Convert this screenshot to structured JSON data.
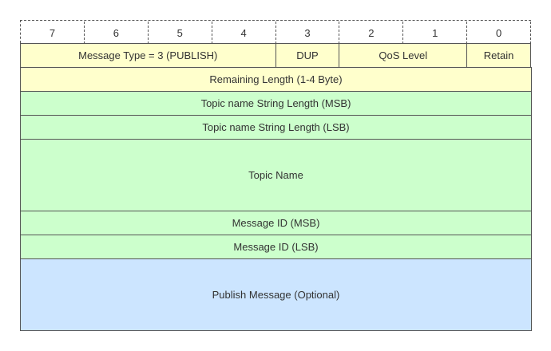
{
  "bits": [
    "7",
    "6",
    "5",
    "4",
    "3",
    "2",
    "1",
    "0"
  ],
  "header": {
    "message_type": "Message Type = 3 (PUBLISH)",
    "dup": "DUP",
    "qos": "QoS Level",
    "retain": "Retain"
  },
  "rows": {
    "remaining_length": "Remaining Length (1-4 Byte)",
    "topic_len_msb": "Topic name String Length (MSB)",
    "topic_len_lsb": "Topic name String Length (LSB)",
    "topic_name": "Topic Name",
    "message_id_msb": "Message ID (MSB)",
    "message_id_lsb": "Message ID (LSB)",
    "payload": "Publish Message (Optional)"
  },
  "colors": {
    "fixed_header": "#ffffcc",
    "variable_header": "#ccffcc",
    "payload": "#cce5ff"
  }
}
